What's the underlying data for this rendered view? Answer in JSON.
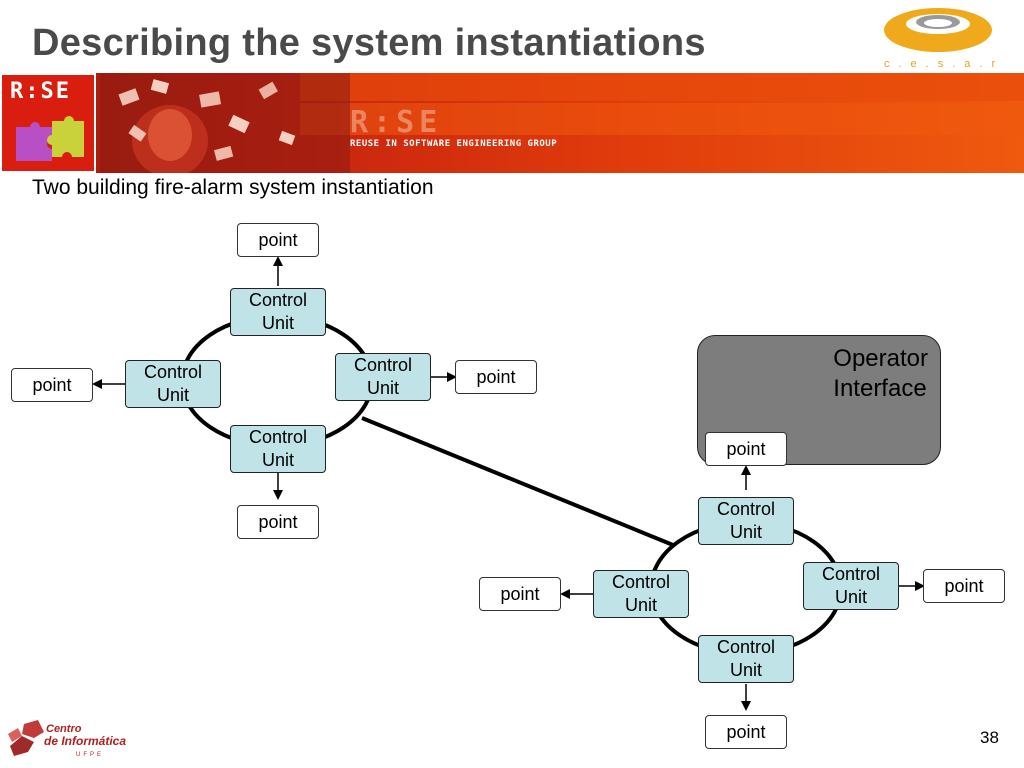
{
  "slide": {
    "title": "Describing the system instantiations",
    "subtitle": "Two building fire-alarm system instantiation",
    "page_number": "38"
  },
  "logos": {
    "cesar_text": "c.e.s.a.r",
    "rise_text": "R:SE",
    "rise_tagline": "REUSE IN SOFTWARE ENGINEERING GROUP",
    "ci_line1": "Centro",
    "ci_line2": "de Informática",
    "ci_line3": "UFPE"
  },
  "diagram": {
    "operator_interface": "Operator\nInterface",
    "building1": {
      "top_unit": "Control\nUnit",
      "left_unit": "Control\nUnit",
      "right_unit": "Control\nUnit",
      "bottom_unit": "Control\nUnit",
      "top_point": "point",
      "left_point": "point",
      "right_point": "point",
      "bottom_point": "point"
    },
    "building2": {
      "top_unit": "Control\nUnit",
      "left_unit": "Control\nUnit",
      "right_unit": "Control\nUnit",
      "bottom_unit": "Control\nUnit",
      "operator_point": "point",
      "left_point": "point",
      "right_point": "point",
      "bottom_point": "point"
    }
  },
  "colors": {
    "control_unit_fill": "#bfe3e6",
    "operator_fill": "#7d7d7d",
    "banner_red": "#d91e10",
    "cesar_orange": "#e8a31a"
  }
}
